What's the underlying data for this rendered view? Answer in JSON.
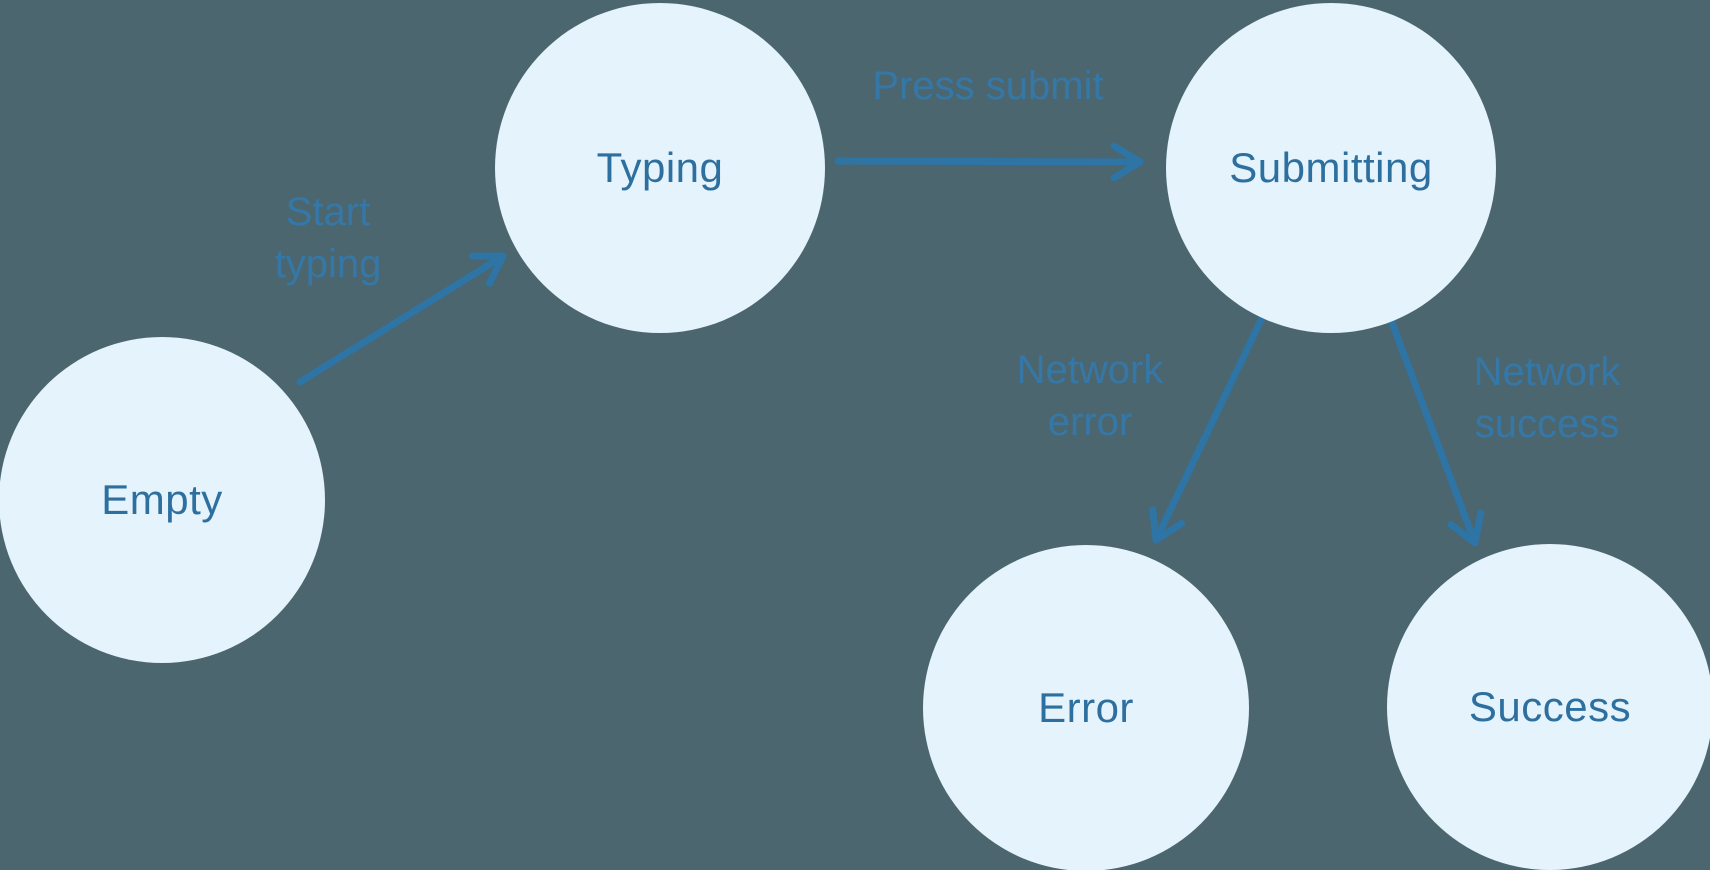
{
  "diagram": {
    "type": "state-diagram",
    "nodes": [
      {
        "id": "empty",
        "label": "Empty"
      },
      {
        "id": "typing",
        "label": "Typing"
      },
      {
        "id": "submitting",
        "label": "Submitting"
      },
      {
        "id": "error",
        "label": "Error"
      },
      {
        "id": "success",
        "label": "Success"
      }
    ],
    "edges": [
      {
        "from": "empty",
        "to": "typing",
        "label": "Start typing",
        "lines": [
          "Start",
          "typing"
        ]
      },
      {
        "from": "typing",
        "to": "submitting",
        "label": "Press submit",
        "lines": [
          "Press submit"
        ]
      },
      {
        "from": "submitting",
        "to": "error",
        "label": "Network error",
        "lines": [
          "Network",
          "error"
        ]
      },
      {
        "from": "submitting",
        "to": "success",
        "label": "Network success",
        "lines": [
          "Network",
          "success"
        ]
      }
    ],
    "colors": {
      "background": "#4b666f",
      "node_fill": "#e4f3fc",
      "node_text": "#2d6f9e",
      "arrow": "#2e74a4",
      "edge_label_text": "#3578a8"
    }
  }
}
